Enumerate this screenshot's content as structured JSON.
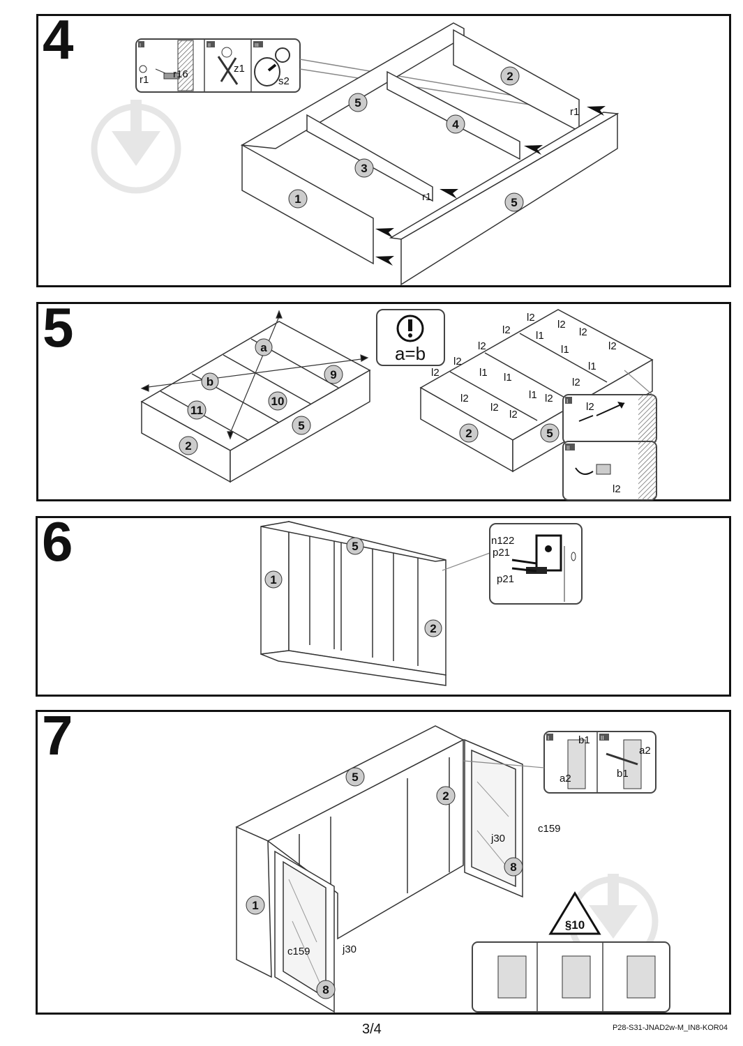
{
  "steps": [
    {
      "number": "4",
      "detail_labels": [
        "I",
        "II",
        "III"
      ],
      "hardware": [
        "r1",
        "r16",
        "z1",
        "s2"
      ],
      "part_numbers": [
        "1",
        "2",
        "3",
        "4",
        "5",
        "5"
      ],
      "callouts": [
        "r1",
        "r1"
      ]
    },
    {
      "number": "5",
      "warning": {
        "icon": "exclamation-icon",
        "text": "a=b"
      },
      "diagonals": [
        "a",
        "b"
      ],
      "part_numbers": [
        "2",
        "5",
        "9",
        "10",
        "11",
        "2",
        "5"
      ],
      "hardware": [
        "l1",
        "l2"
      ],
      "detail_labels": [
        "I",
        "II"
      ]
    },
    {
      "number": "6",
      "part_numbers": [
        "1",
        "2",
        "5"
      ],
      "hardware": [
        "n122",
        "p21",
        "p21"
      ]
    },
    {
      "number": "7",
      "part_numbers": [
        "1",
        "2",
        "5",
        "8",
        "8"
      ],
      "hardware": [
        "b1",
        "a2",
        "b1",
        "a2",
        "c159",
        "j30",
        "c159",
        "j30"
      ],
      "detail_labels": [
        "I",
        "II"
      ],
      "section_sign": "§10"
    }
  ],
  "footer": {
    "page": "3/4",
    "code": "P28-S31-JNAD2w-M_IN8-KOR04"
  }
}
